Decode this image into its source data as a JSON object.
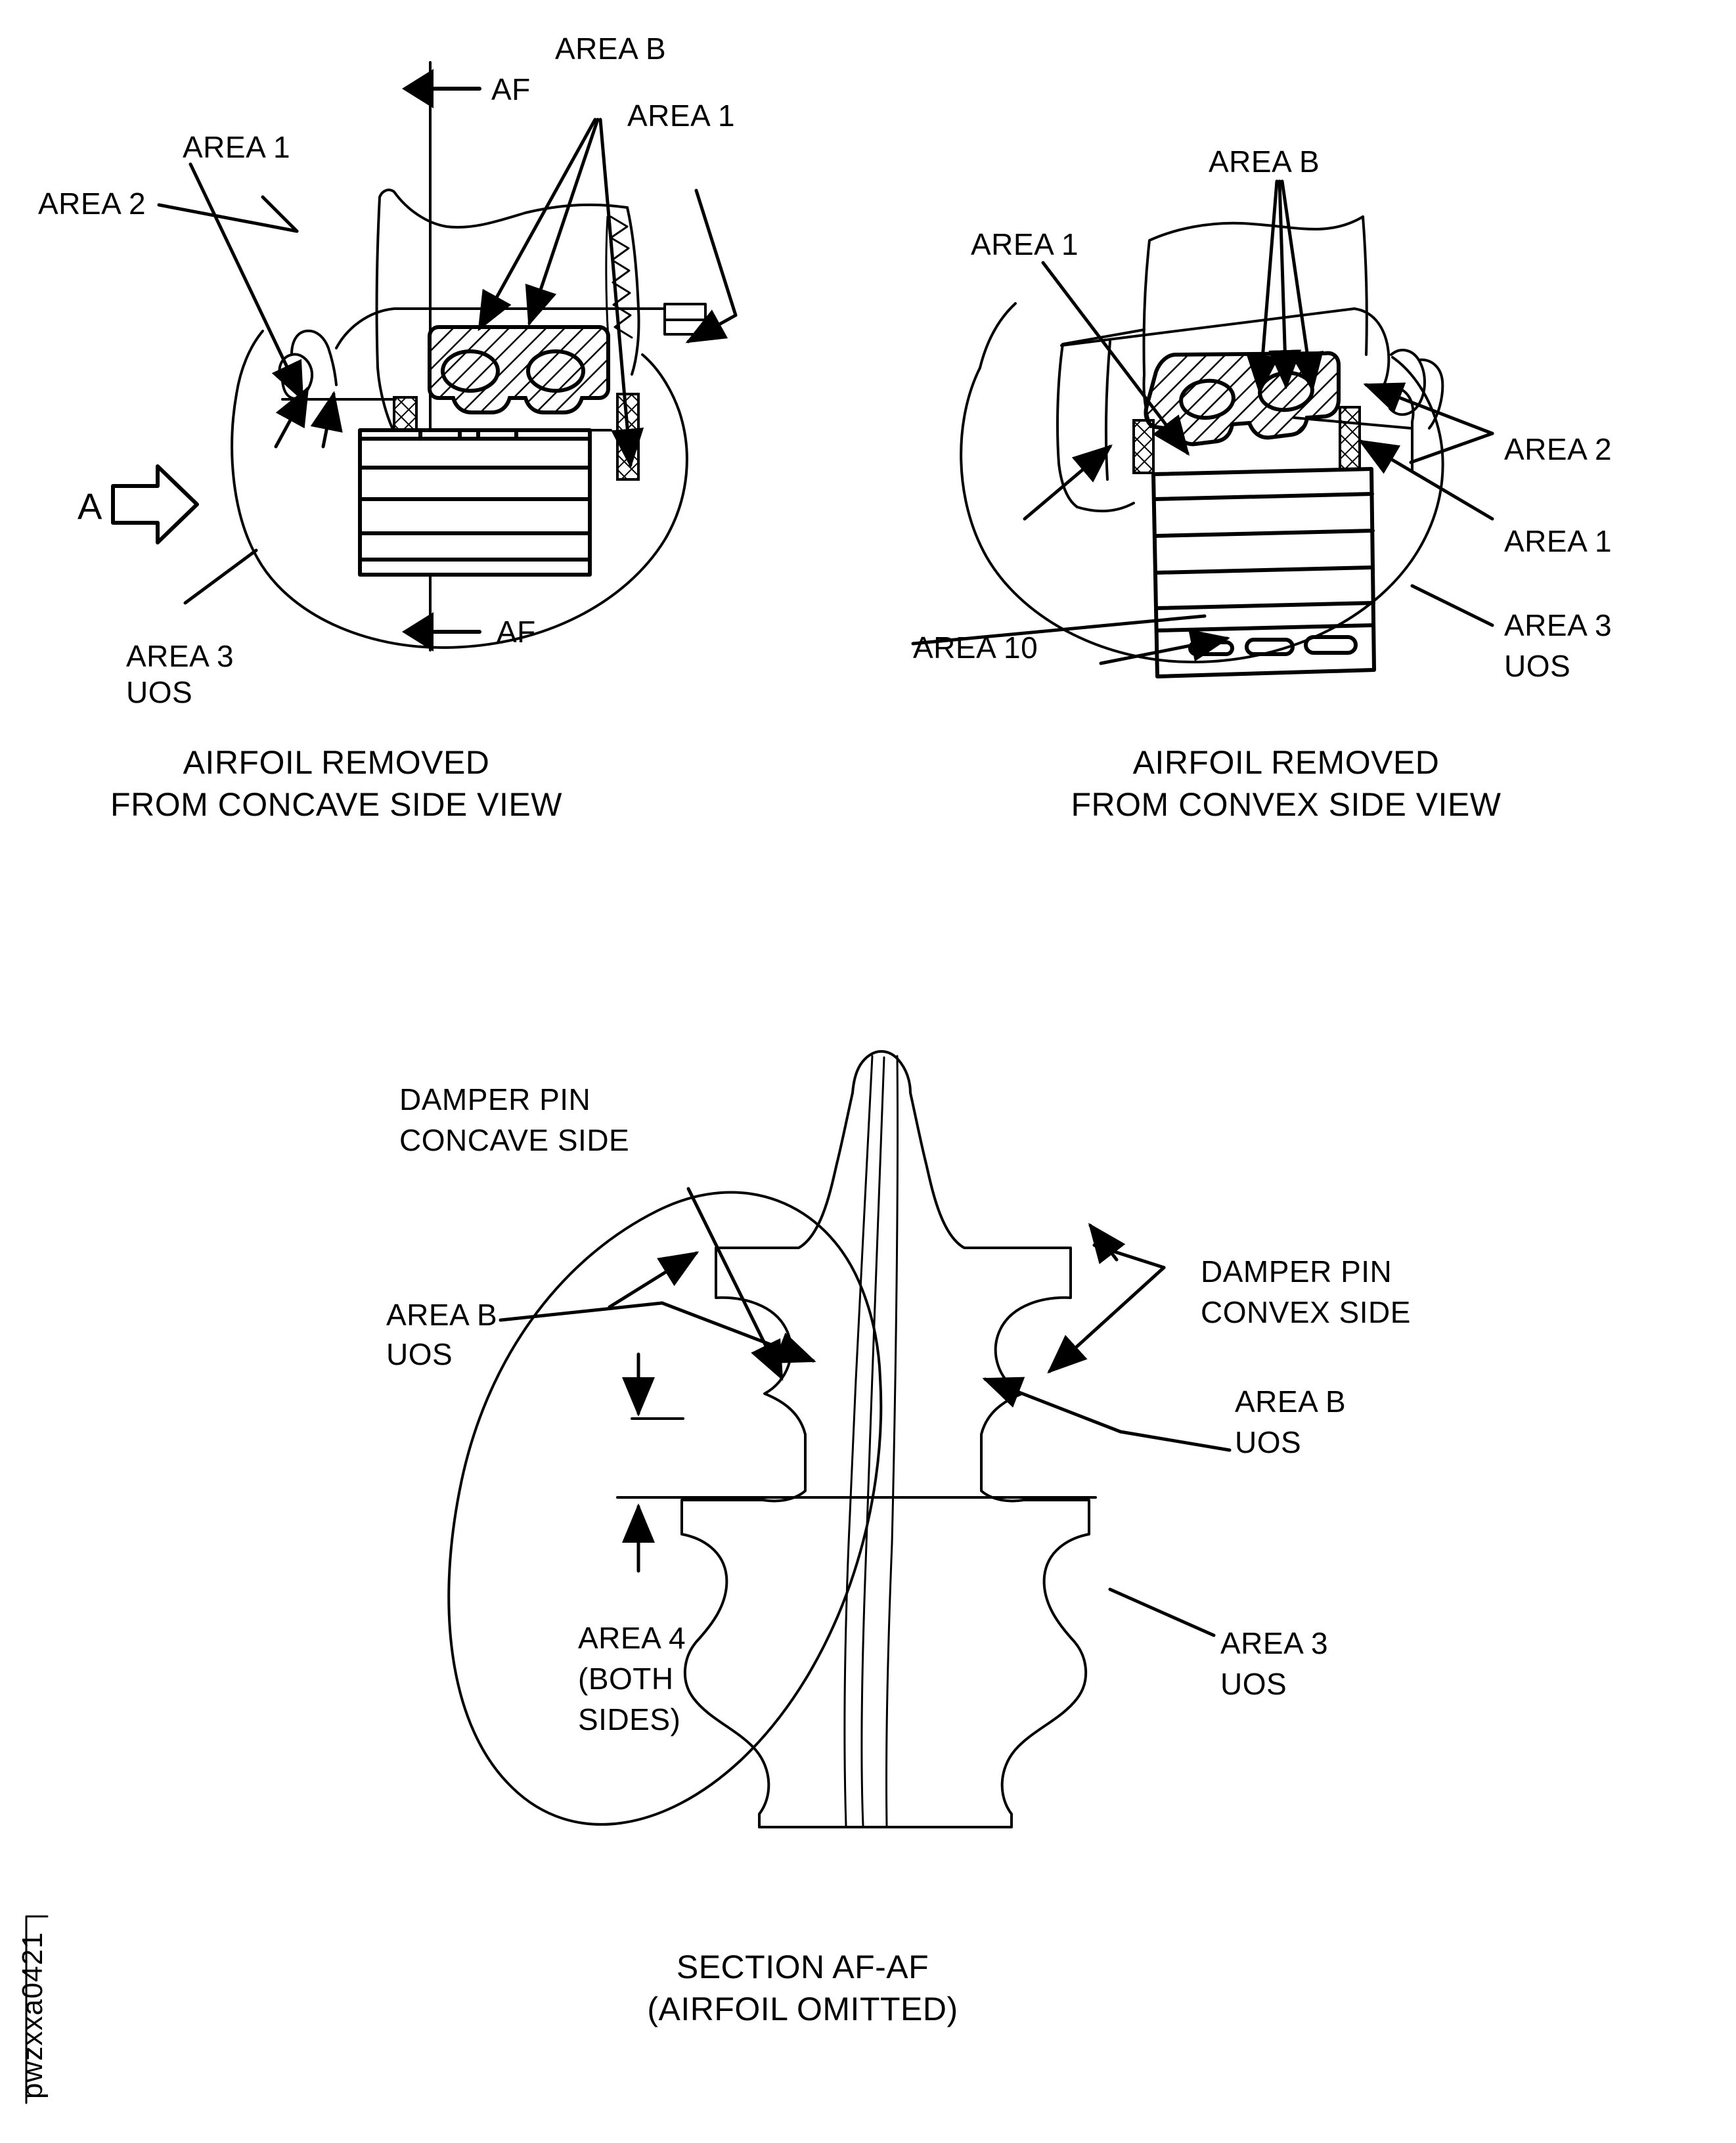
{
  "document": {
    "watermark": "pwzxxa0421",
    "type": "engineering-inspection-drawing",
    "subject": "Turbine blade inspection areas"
  },
  "views": [
    {
      "id": "concave",
      "caption_line1": "AIRFOIL REMOVED",
      "caption_line2": "FROM CONCAVE SIDE VIEW",
      "section_marker": "AF",
      "direction_marker": "A",
      "labels": [
        {
          "text": "AF",
          "name": "section-af-top"
        },
        {
          "text": "AREA B",
          "name": "area-b-callout"
        },
        {
          "text": "AREA 1",
          "name": "area-1-right-callout"
        },
        {
          "text": "AREA 1",
          "name": "area-1-left-callout"
        },
        {
          "text": "AREA 2",
          "name": "area-2-callout"
        },
        {
          "text": "AREA 3",
          "name": "area-3-callout-line1"
        },
        {
          "text": "UOS",
          "name": "area-3-callout-line2"
        },
        {
          "text": "AF",
          "name": "section-af-bottom"
        },
        {
          "text": "A",
          "name": "view-direction-a"
        }
      ]
    },
    {
      "id": "convex",
      "caption_line1": "AIRFOIL REMOVED",
      "caption_line2": "FROM CONVEX SIDE VIEW",
      "labels": [
        {
          "text": "AREA B",
          "name": "area-b-callout"
        },
        {
          "text": "AREA 1",
          "name": "area-1-left-callout"
        },
        {
          "text": "AREA 2",
          "name": "area-2-callout"
        },
        {
          "text": "AREA 1",
          "name": "area-1-right-callout"
        },
        {
          "text": "AREA 3",
          "name": "area-3-callout-line1"
        },
        {
          "text": "UOS",
          "name": "area-3-callout-line2"
        },
        {
          "text": "AREA 10",
          "name": "area-10-callout"
        }
      ]
    },
    {
      "id": "section-af-af",
      "caption_line1": "SECTION AF-AF",
      "caption_line2": "(AIRFOIL OMITTED)",
      "labels": [
        {
          "text": "DAMPER PIN",
          "name": "damper-pin-concave-line1"
        },
        {
          "text": "CONCAVE SIDE",
          "name": "damper-pin-concave-line2"
        },
        {
          "text": "AREA B",
          "name": "area-b-left-line1"
        },
        {
          "text": "UOS",
          "name": "area-b-left-line2"
        },
        {
          "text": "DAMPER PIN",
          "name": "damper-pin-convex-line1"
        },
        {
          "text": "CONVEX SIDE",
          "name": "damper-pin-convex-line2"
        },
        {
          "text": "AREA B",
          "name": "area-b-right-line1"
        },
        {
          "text": "UOS",
          "name": "area-b-right-line2"
        },
        {
          "text": "AREA 4",
          "name": "area-4-line1"
        },
        {
          "text": "(BOTH",
          "name": "area-4-line2"
        },
        {
          "text": "SIDES)",
          "name": "area-4-line3"
        },
        {
          "text": "AREA 3",
          "name": "area-3-line1"
        },
        {
          "text": "UOS",
          "name": "area-3-line2"
        }
      ]
    }
  ],
  "text": {
    "area_b": "AREA B",
    "area_1": "AREA 1",
    "area_2": "AREA 2",
    "area_3": "AREA 3",
    "area_4": "AREA 4",
    "area_10": "AREA 10",
    "uos": "UOS",
    "af": "AF",
    "a": "A",
    "both": "(BOTH",
    "sides": "SIDES)",
    "damper_pin": "DAMPER PIN",
    "concave_side": "CONCAVE SIDE",
    "convex_side": "CONVEX SIDE",
    "airfoil_removed": "AIRFOIL REMOVED",
    "from_concave_side_view": "FROM CONCAVE SIDE VIEW",
    "from_convex_side_view": "FROM CONVEX SIDE VIEW",
    "section_af_af": "SECTION AF-AF",
    "airfoil_omitted": "(AIRFOIL OMITTED)",
    "watermark": "pwzxxa0421"
  },
  "colors": {
    "ink": "#000000",
    "paper": "#ffffff"
  }
}
